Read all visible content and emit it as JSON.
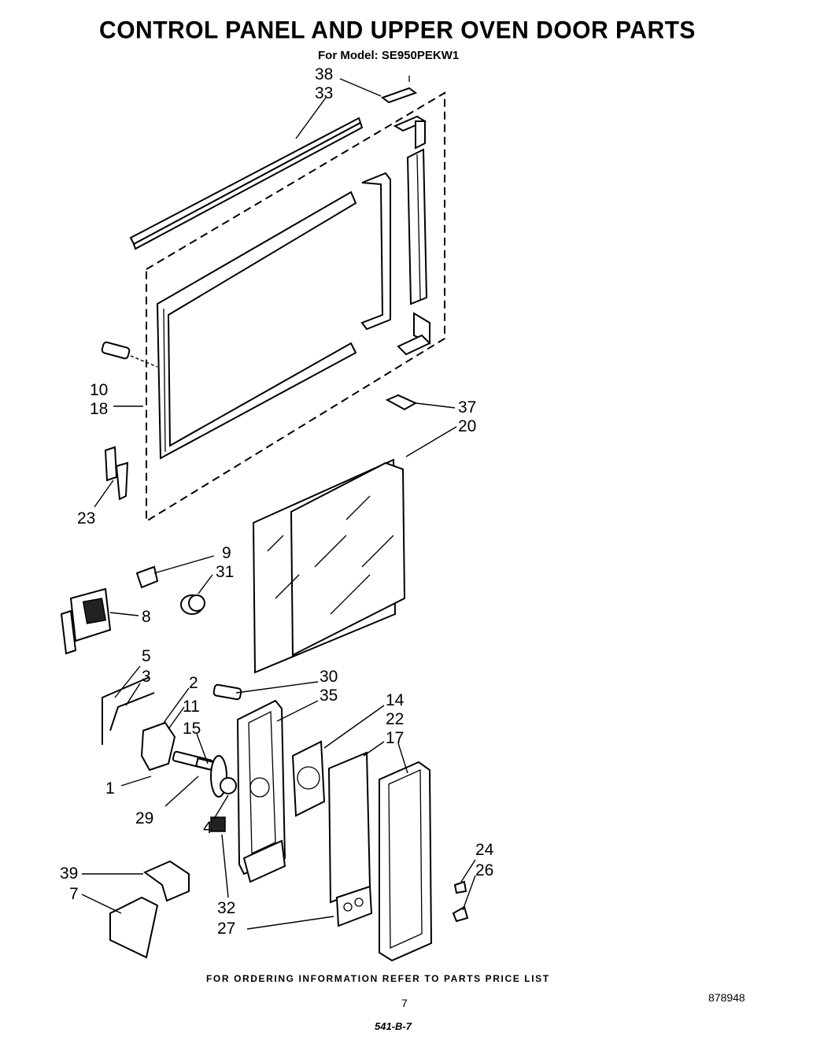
{
  "header": {
    "title": "CONTROL PANEL AND UPPER OVEN DOOR PARTS",
    "model": "For Model: SE950PEKW1"
  },
  "callouts": [
    "38",
    "33",
    "10",
    "18",
    "23",
    "37",
    "20",
    "9",
    "31",
    "8",
    "5",
    "3",
    "2",
    "11",
    "15",
    "1",
    "29",
    "4",
    "30",
    "35",
    "14",
    "22",
    "17",
    "24",
    "26",
    "32",
    "39",
    "7",
    "27"
  ],
  "footer": {
    "ordering_note": "FOR ORDERING INFORMATION REFER TO PARTS PRICE LIST",
    "page_number": "7",
    "document_number": "878948",
    "stamp": "541-B-7"
  }
}
